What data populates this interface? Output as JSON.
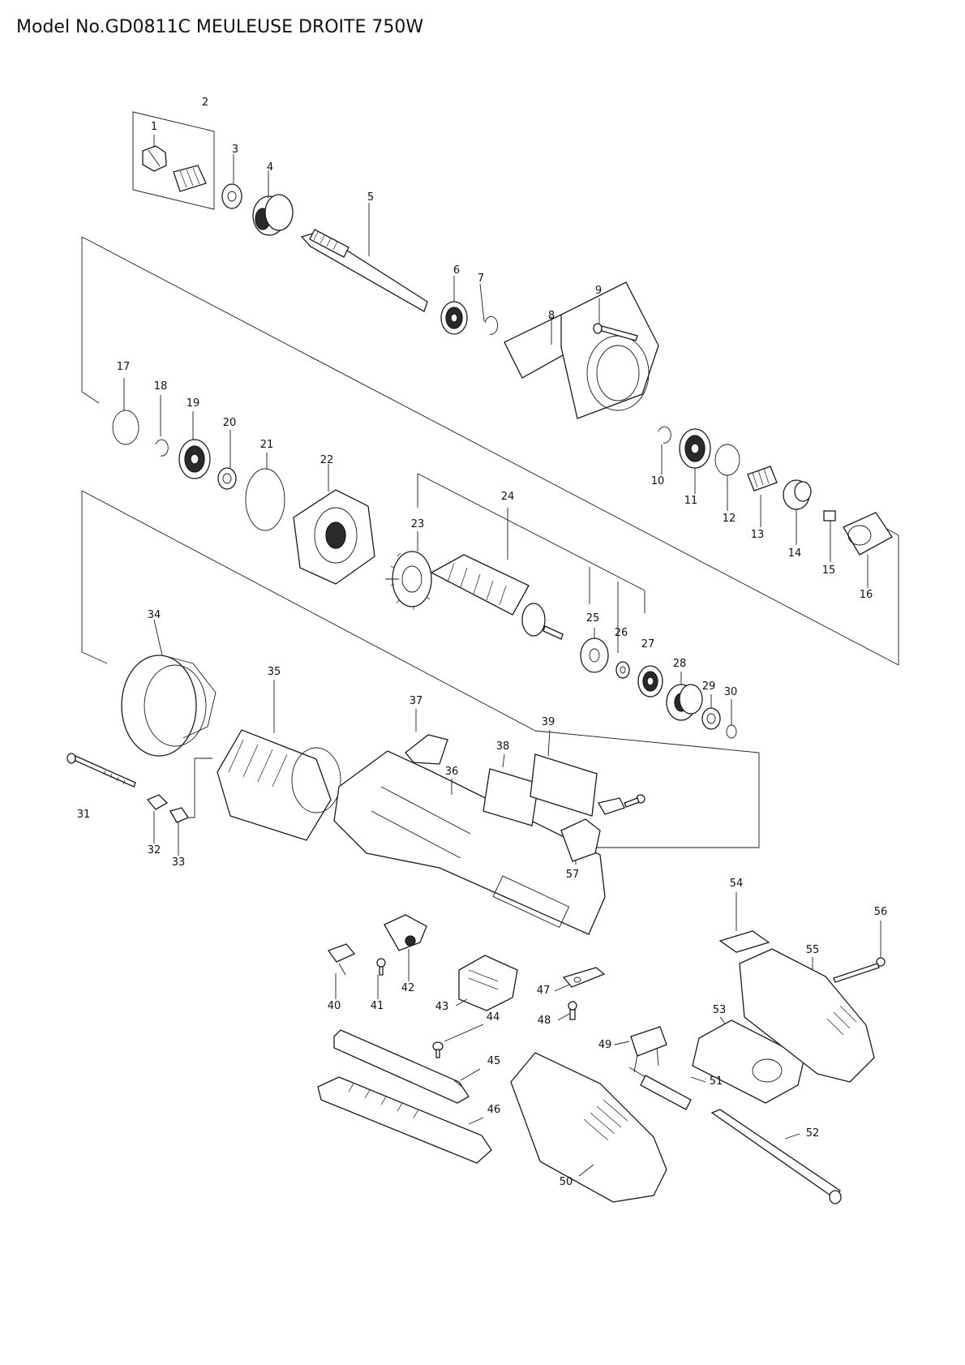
{
  "header": {
    "title": "Model No.GD0811C MEULEUSE DROITE 750W"
  },
  "callouts": [
    "1",
    "2",
    "3",
    "4",
    "5",
    "6",
    "7",
    "8",
    "9",
    "10",
    "11",
    "12",
    "13",
    "14",
    "15",
    "16",
    "17",
    "18",
    "19",
    "20",
    "21",
    "22",
    "23",
    "24",
    "25",
    "26",
    "27",
    "28",
    "29",
    "30",
    "31",
    "32",
    "33",
    "34",
    "35",
    "36",
    "37",
    "38",
    "39",
    "40",
    "41",
    "42",
    "43",
    "44",
    "45",
    "46",
    "47",
    "48",
    "49",
    "50",
    "51",
    "52",
    "53",
    "54",
    "55",
    "56",
    "57"
  ]
}
